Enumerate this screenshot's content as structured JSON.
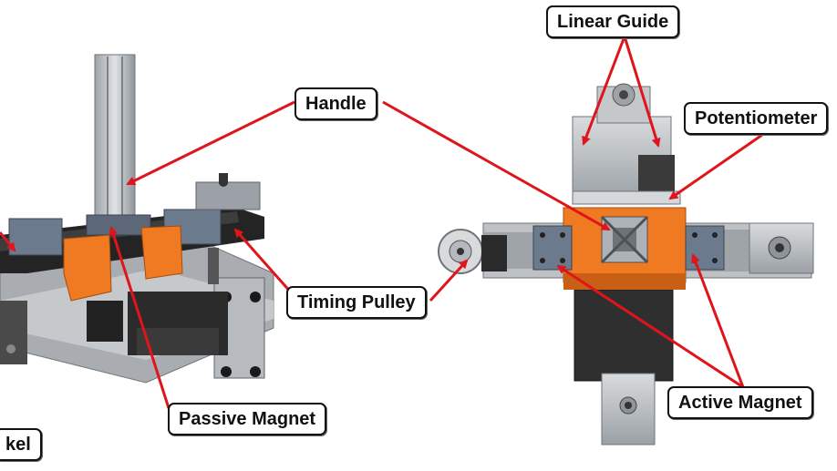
{
  "labels": {
    "linear_guide": "Linear Guide",
    "handle": "Handle",
    "potentiometer": "Potentiometer",
    "timing_pulley": "Timing Pulley",
    "passive_magnet": "Passive Magnet",
    "active_magnet": "Active Magnet",
    "left_cut_label": "kel",
    "left_cut_label_top": ""
  },
  "colors": {
    "arrow": "#e0141b",
    "orange": "#f07a22",
    "aluminum": "#b9bcbf",
    "dark": "#2a2a2a",
    "steel": "#8e9499"
  }
}
